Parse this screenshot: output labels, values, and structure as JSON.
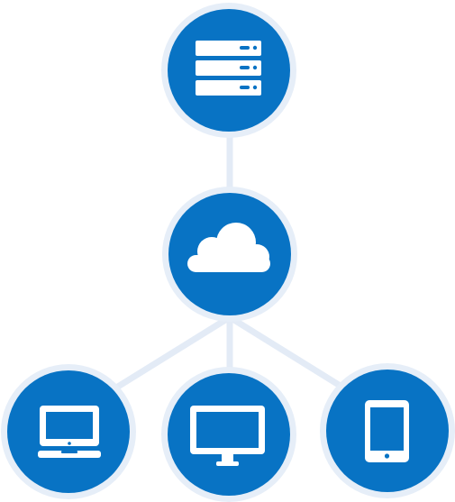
{
  "diagram": {
    "type": "network-topology",
    "colors": {
      "node_fill": "#0873c4",
      "node_ring": "#e6eef8",
      "connector": "#e3ebf6",
      "icon": "#ffffff"
    },
    "nodes": [
      {
        "id": "server",
        "icon": "server-icon"
      },
      {
        "id": "cloud",
        "icon": "cloud-icon"
      },
      {
        "id": "laptop",
        "icon": "laptop-icon"
      },
      {
        "id": "desktop",
        "icon": "desktop-monitor-icon"
      },
      {
        "id": "tablet",
        "icon": "tablet-icon"
      }
    ],
    "links": [
      {
        "from": "server",
        "to": "cloud"
      },
      {
        "from": "cloud",
        "to": "laptop"
      },
      {
        "from": "cloud",
        "to": "desktop"
      },
      {
        "from": "cloud",
        "to": "tablet"
      }
    ]
  }
}
